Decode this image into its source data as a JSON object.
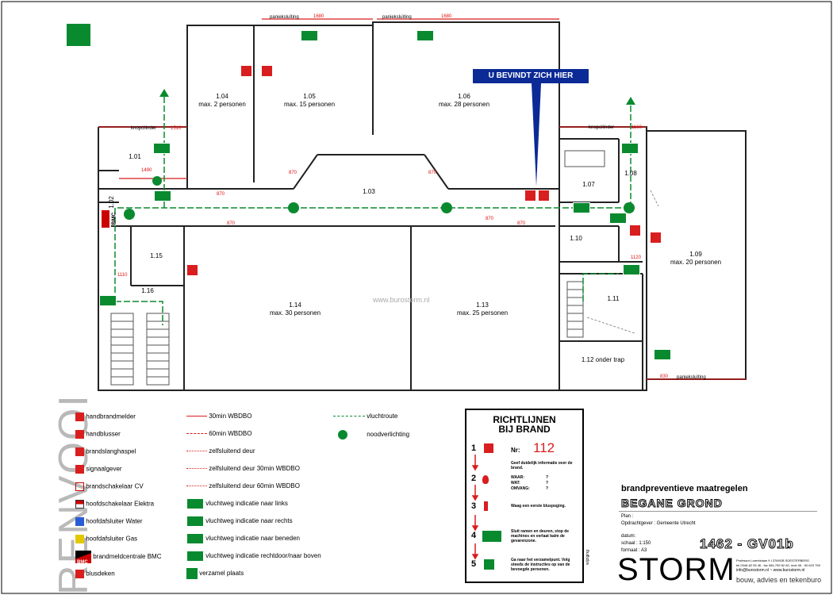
{
  "plan": {
    "rooms": [
      {
        "id": "1.01",
        "lines": [
          "1.01"
        ]
      },
      {
        "id": "1.02",
        "lines": [
          "1.02"
        ]
      },
      {
        "id": "1.03",
        "lines": [
          "1.03"
        ]
      },
      {
        "id": "1.04",
        "lines": [
          "1.04",
          "max. 2 personen"
        ]
      },
      {
        "id": "1.05",
        "lines": [
          "1.05",
          "max. 15 personen"
        ]
      },
      {
        "id": "1.06",
        "lines": [
          "1.06",
          "max. 28 personen"
        ]
      },
      {
        "id": "1.07",
        "lines": [
          "1.07"
        ]
      },
      {
        "id": "1.08",
        "lines": [
          "1.08"
        ]
      },
      {
        "id": "1.09",
        "lines": [
          "1.09",
          "max. 20 personen"
        ]
      },
      {
        "id": "1.10",
        "lines": [
          "1.10"
        ]
      },
      {
        "id": "1.11",
        "lines": [
          "1.11"
        ]
      },
      {
        "id": "1.12",
        "lines": [
          "1.12 onder trap"
        ]
      },
      {
        "id": "1.13",
        "lines": [
          "1.13",
          "max. 25 personen"
        ]
      },
      {
        "id": "1.14",
        "lines": [
          "1.14",
          "max. 30 personen"
        ]
      },
      {
        "id": "1.15",
        "lines": [
          "1.15"
        ]
      },
      {
        "id": "1.16",
        "lines": [
          "1.16"
        ]
      }
    ],
    "door_labels": [
      "panieksluïting",
      "panieksluïting",
      "panieksluïting",
      "knopcilinder",
      "knopcilinder"
    ],
    "measurements": [
      "1680",
      "1680",
      "1510",
      "1490",
      "1160",
      "870",
      "870",
      "870",
      "870",
      "870",
      "870",
      "1110",
      "1120",
      "830"
    ],
    "bmc_label": "BMC",
    "you_are_here": "U BEVINDT ZICH HIER",
    "watermark": "www.burostorm.nl"
  },
  "legend": {
    "title": "RENVOOI",
    "col1": [
      "handbrandmelder",
      "handblusser",
      "brandslanghaspel",
      "signaalgever",
      "brandschakelaar CV",
      "hoofdschakelaar Elektra",
      "hoofdafsluiter Water",
      "hoofdafsluiter Gas",
      "brandmeldcentrale BMC",
      "blusdeken"
    ],
    "col2": [
      "30min WBDBO",
      "60min WBDBO",
      "zelfsluitend deur",
      "zelfsluitend deur 30min WBDBO",
      "zelfsluitend deur 60min WBDBO",
      "vluchtweg indicatie naar links",
      "vluchtweg indicatie naar rechts",
      "vluchtweg indicatie naar beneden",
      "vluchtweg indicatie rechtdoor/naar boven",
      "verzamel plaats"
    ],
    "col3": [
      "vluchtroute",
      "noodverlichting"
    ],
    "bmc_icon_text": "BMC"
  },
  "card": {
    "title1": "RICHTLIJNEN",
    "title2": "BIJ BRAND",
    "nr_label": "Nr:",
    "nr_value": "112",
    "step1": "Geef duidelijk informatie over de brand.",
    "waar": "WAAR:",
    "wat": "WAT:",
    "omvang": "OMVANG:",
    "q": "?",
    "step3": "Waag een eerste bluspoging.",
    "step4": "Sluit ramen en deuren, stop de machines en verlaat kalm de gevarenzone.",
    "step5": "Ga naar het verzamelpunt. Volg steeds de instructies op van de bevoegde personen.",
    "nums": [
      "1",
      "2",
      "3",
      "4",
      "5"
    ],
    "side_label": "wijziging"
  },
  "titleblock": {
    "title": "brandpreventieve maatregelen",
    "floor": "BEGANE GROND",
    "plan_label": "Plan :",
    "client": "Opdrachtgever : Gemeente Utrecht",
    "datum": "datum:",
    "schaal": "schaal : 1:150",
    "formaat": "formaat : A3",
    "drawing_no": "1462 - GV01b",
    "brand": "STORM",
    "tagline": "bouw, advies en tekenburo",
    "address": "Professor Lorentzlaan 9 I 3769GB SOESTERBERG",
    "phone": "tel 0346-62 05 46 , fax 084-759 62 60, mob 06 - 50 623 759",
    "web": "info@burostorm.nl  ~  www.burostorm.nl"
  },
  "colors": {
    "escape_green": "#0a8a2f",
    "fire_red": "#d81e1e",
    "marker_blue": "#0b2a96"
  }
}
